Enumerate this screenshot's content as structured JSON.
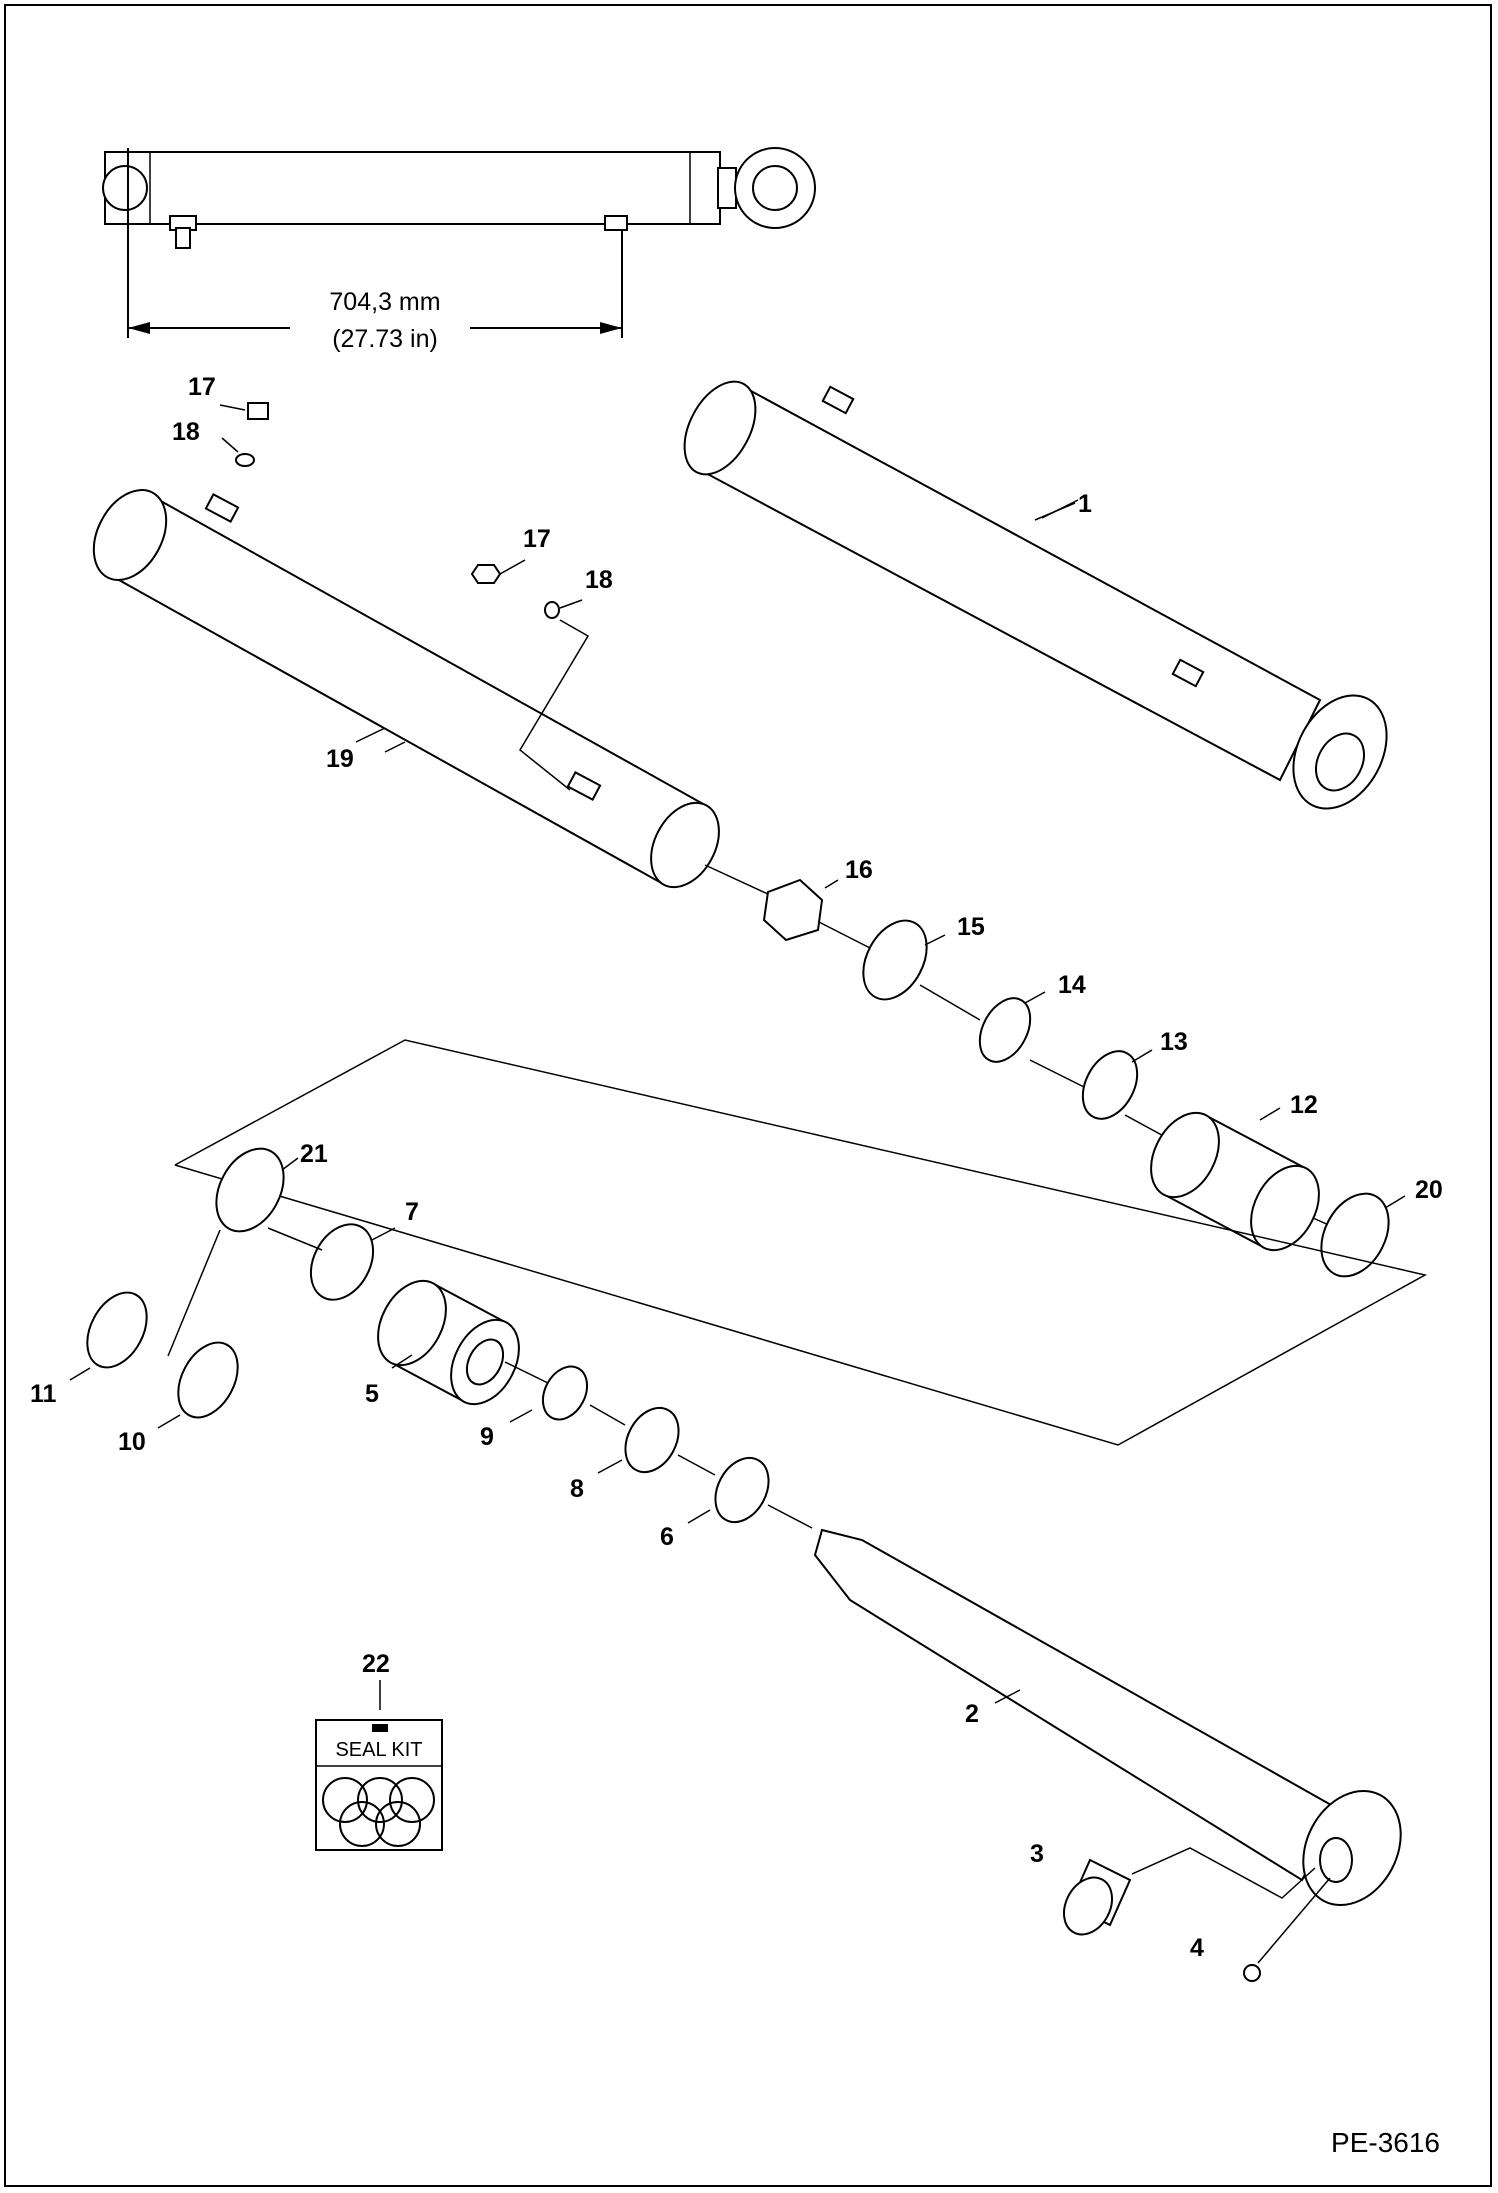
{
  "dimension": {
    "metric": "704,3 mm",
    "imperial": "(27.73 in)"
  },
  "callouts": {
    "p1": "1",
    "p2": "2",
    "p3": "3",
    "p4": "4",
    "p5": "5",
    "p6": "6",
    "p7": "7",
    "p8": "8",
    "p9": "9",
    "p10": "10",
    "p11": "11",
    "p12": "12",
    "p13": "13",
    "p14": "14",
    "p15": "15",
    "p16": "16",
    "p17a": "17",
    "p17b": "17",
    "p18a": "18",
    "p18b": "18",
    "p19": "19",
    "p20": "20",
    "p21": "21",
    "p22": "22"
  },
  "seal_kit": {
    "label": "SEAL KIT"
  },
  "reference": "PE-3616"
}
